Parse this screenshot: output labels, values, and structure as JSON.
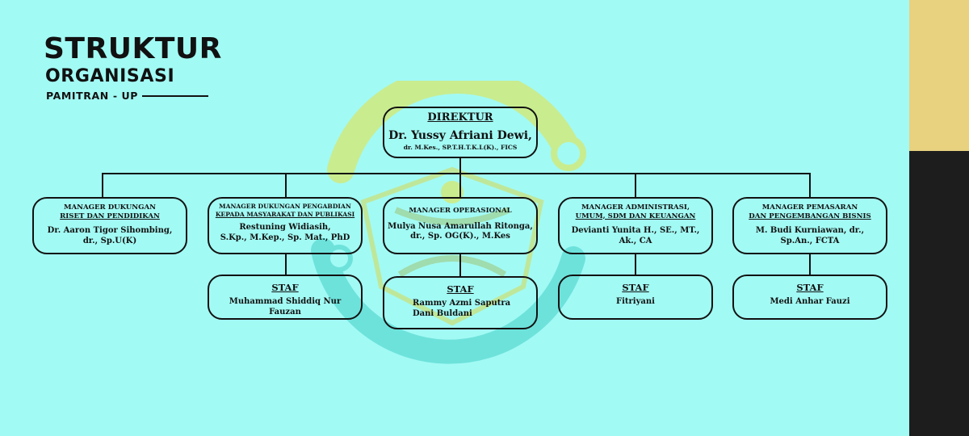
{
  "header": {
    "title": "STRUKTUR",
    "subtitle": "ORGANISASI",
    "org": "PAMITRAN - UP"
  },
  "colors": {
    "background": "#a2faf4",
    "side_top": "#e8d17f",
    "side_bottom": "#1d1d1d",
    "watermark_green": "#c9ec8f",
    "watermark_teal": "#6de2db"
  },
  "director": {
    "role": "DIREKTUR",
    "name": "Dr. Yussy Afriani Dewi,",
    "credentials": "dr. M.Kes., SP.T.H.T.K.L(K)., FICS"
  },
  "managers": [
    {
      "role_line1": "MANAGER DUKUNGAN",
      "role_line2": "RISET DAN PENDIDIKAN",
      "name": "Dr. Aaron Tigor Sihombing,\ndr., Sp.U(K)"
    },
    {
      "role_line1": "MANAGER DUKUNGAN PENGABDIAN",
      "role_line2": "KEPADA MASYARAKAT DAN PUBLIKASI",
      "name": "Restuning Widiasih,\nS.Kp., M.Kep., Sp. Mat., PhD"
    },
    {
      "role_line1": "MANAGER OPERASIONAL",
      "role_line2": "",
      "name": "Mulya Nusa Amarullah Ritonga,\ndr., Sp. OG(K)., M.Kes"
    },
    {
      "role_line1": "MANAGER ADMINISTRASI,",
      "role_line2": "UMUM, SDM DAN KEUANGAN",
      "name": "Devianti Yunita H., SE., MT.,\nAk., CA"
    },
    {
      "role_line1": "MANAGER PEMASARAN",
      "role_line2": "DAN PENGEMBANGAN BISNIS",
      "name": "M. Budi Kurniawan, dr.,\nSp.An., FCTA"
    }
  ],
  "staff": [
    {
      "role": "STAF",
      "name": "Muhammad Shiddiq Nur Fauzan"
    },
    {
      "role": "STAF",
      "name": "Rammy Azmi Saputra\nDani Buldani"
    },
    {
      "role": "STAF",
      "name": "Fitriyani"
    },
    {
      "role": "STAF",
      "name": "Medi Anhar Fauzi"
    }
  ]
}
